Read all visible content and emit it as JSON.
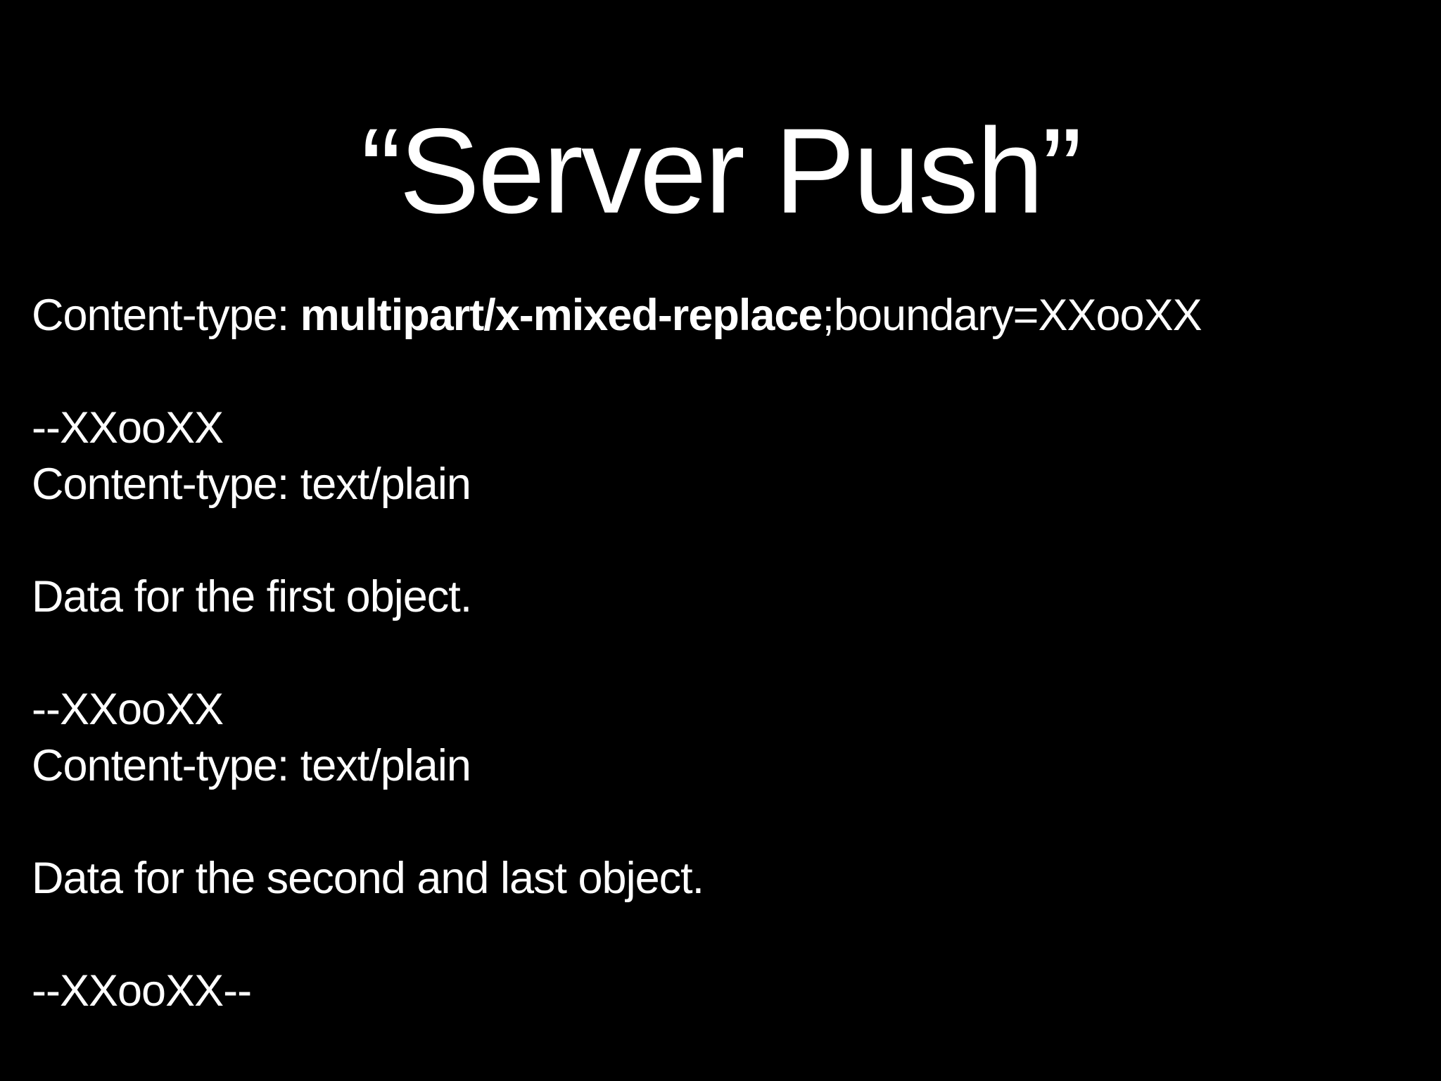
{
  "colors": {
    "background": "#000000",
    "text": "#ffffff"
  },
  "slide": {
    "title": "“Server Push”",
    "http_header": {
      "prefix": "Content-type: ",
      "emphasis": "multipart/x-mixed-replace",
      "suffix": ";boundary=XXooXX"
    },
    "part1": {
      "boundary": "--XXooXX",
      "content_type": "Content-type: text/plain",
      "data": "Data for the first object."
    },
    "part2": {
      "boundary": "--XXooXX",
      "content_type": "Content-type: text/plain",
      "data": "Data for the second and last object."
    },
    "closing_boundary": "--XXooXX--"
  }
}
